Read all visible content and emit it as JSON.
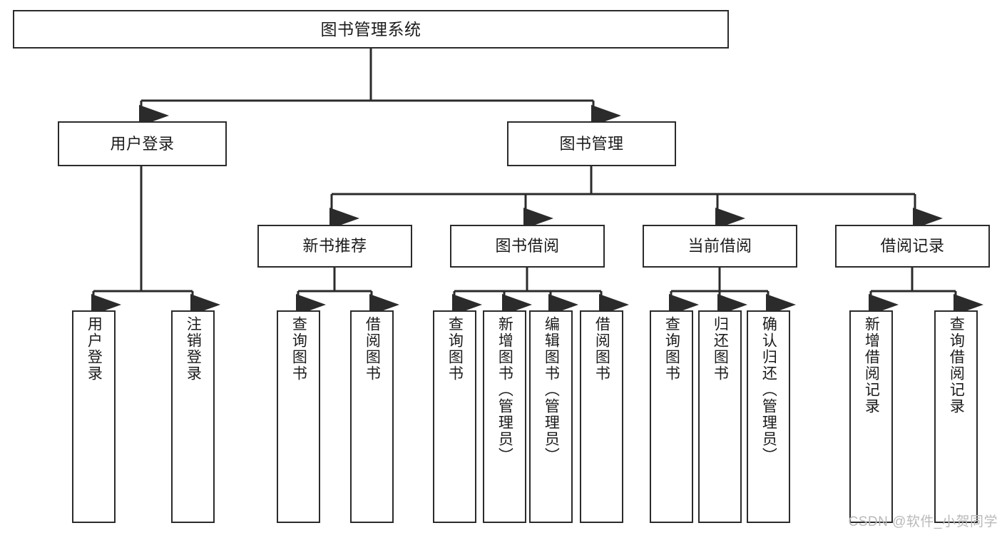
{
  "diagram": {
    "type": "tree",
    "title": "图书管理系统",
    "watermark": "CSDN @软件_小贺同学",
    "levels": [
      {
        "level": 1,
        "nodes": [
          {
            "id": "root",
            "label": "图书管理系统",
            "orientation": "horizontal"
          }
        ]
      },
      {
        "level": 2,
        "nodes": [
          {
            "id": "user-login",
            "label": "用户登录",
            "orientation": "horizontal",
            "parent": "root"
          },
          {
            "id": "book-manage",
            "label": "图书管理",
            "orientation": "horizontal",
            "parent": "root"
          }
        ]
      },
      {
        "level": 3,
        "nodes": [
          {
            "id": "new-book-rec",
            "label": "新书推荐",
            "orientation": "horizontal",
            "parent": "book-manage"
          },
          {
            "id": "book-borrow",
            "label": "图书借阅",
            "orientation": "horizontal",
            "parent": "book-manage"
          },
          {
            "id": "current-borrow",
            "label": "当前借阅",
            "orientation": "horizontal",
            "parent": "book-manage"
          },
          {
            "id": "borrow-record",
            "label": "借阅记录",
            "orientation": "horizontal",
            "parent": "book-manage"
          }
        ]
      },
      {
        "level": 4,
        "nodes": [
          {
            "id": "leaf-user-login",
            "label": "用户登录",
            "orientation": "vertical",
            "parent": "user-login"
          },
          {
            "id": "leaf-user-logout",
            "label": "注销登录",
            "orientation": "vertical",
            "parent": "user-login"
          },
          {
            "id": "leaf-query-book-1",
            "label": "查询图书",
            "orientation": "vertical",
            "parent": "new-book-rec"
          },
          {
            "id": "leaf-borrow-book-1",
            "label": "借阅图书",
            "orientation": "vertical",
            "parent": "new-book-rec"
          },
          {
            "id": "leaf-query-book-2",
            "label": "查询图书",
            "orientation": "vertical",
            "parent": "book-borrow"
          },
          {
            "id": "leaf-add-book",
            "label": "新增图书（管理员）",
            "orientation": "vertical",
            "parent": "book-borrow"
          },
          {
            "id": "leaf-edit-book",
            "label": "编辑图书（管理员）",
            "orientation": "vertical",
            "parent": "book-borrow"
          },
          {
            "id": "leaf-borrow-book-2",
            "label": "借阅图书",
            "orientation": "vertical",
            "parent": "book-borrow"
          },
          {
            "id": "leaf-query-book-3",
            "label": "查询图书",
            "orientation": "vertical",
            "parent": "current-borrow"
          },
          {
            "id": "leaf-return-book",
            "label": "归还图书",
            "orientation": "vertical",
            "parent": "current-borrow"
          },
          {
            "id": "leaf-confirm-return",
            "label": "确认归还（管理员）",
            "orientation": "vertical",
            "parent": "current-borrow"
          },
          {
            "id": "leaf-add-record",
            "label": "新增借阅记录",
            "orientation": "vertical",
            "parent": "borrow-record"
          },
          {
            "id": "leaf-query-record",
            "label": "查询借阅记录",
            "orientation": "vertical",
            "parent": "borrow-record"
          }
        ]
      }
    ],
    "colors": {
      "stroke": "#2b2b2b",
      "fill": "#ffffff",
      "text": "#1b1b1b",
      "watermark": "#b9b9b9"
    }
  }
}
